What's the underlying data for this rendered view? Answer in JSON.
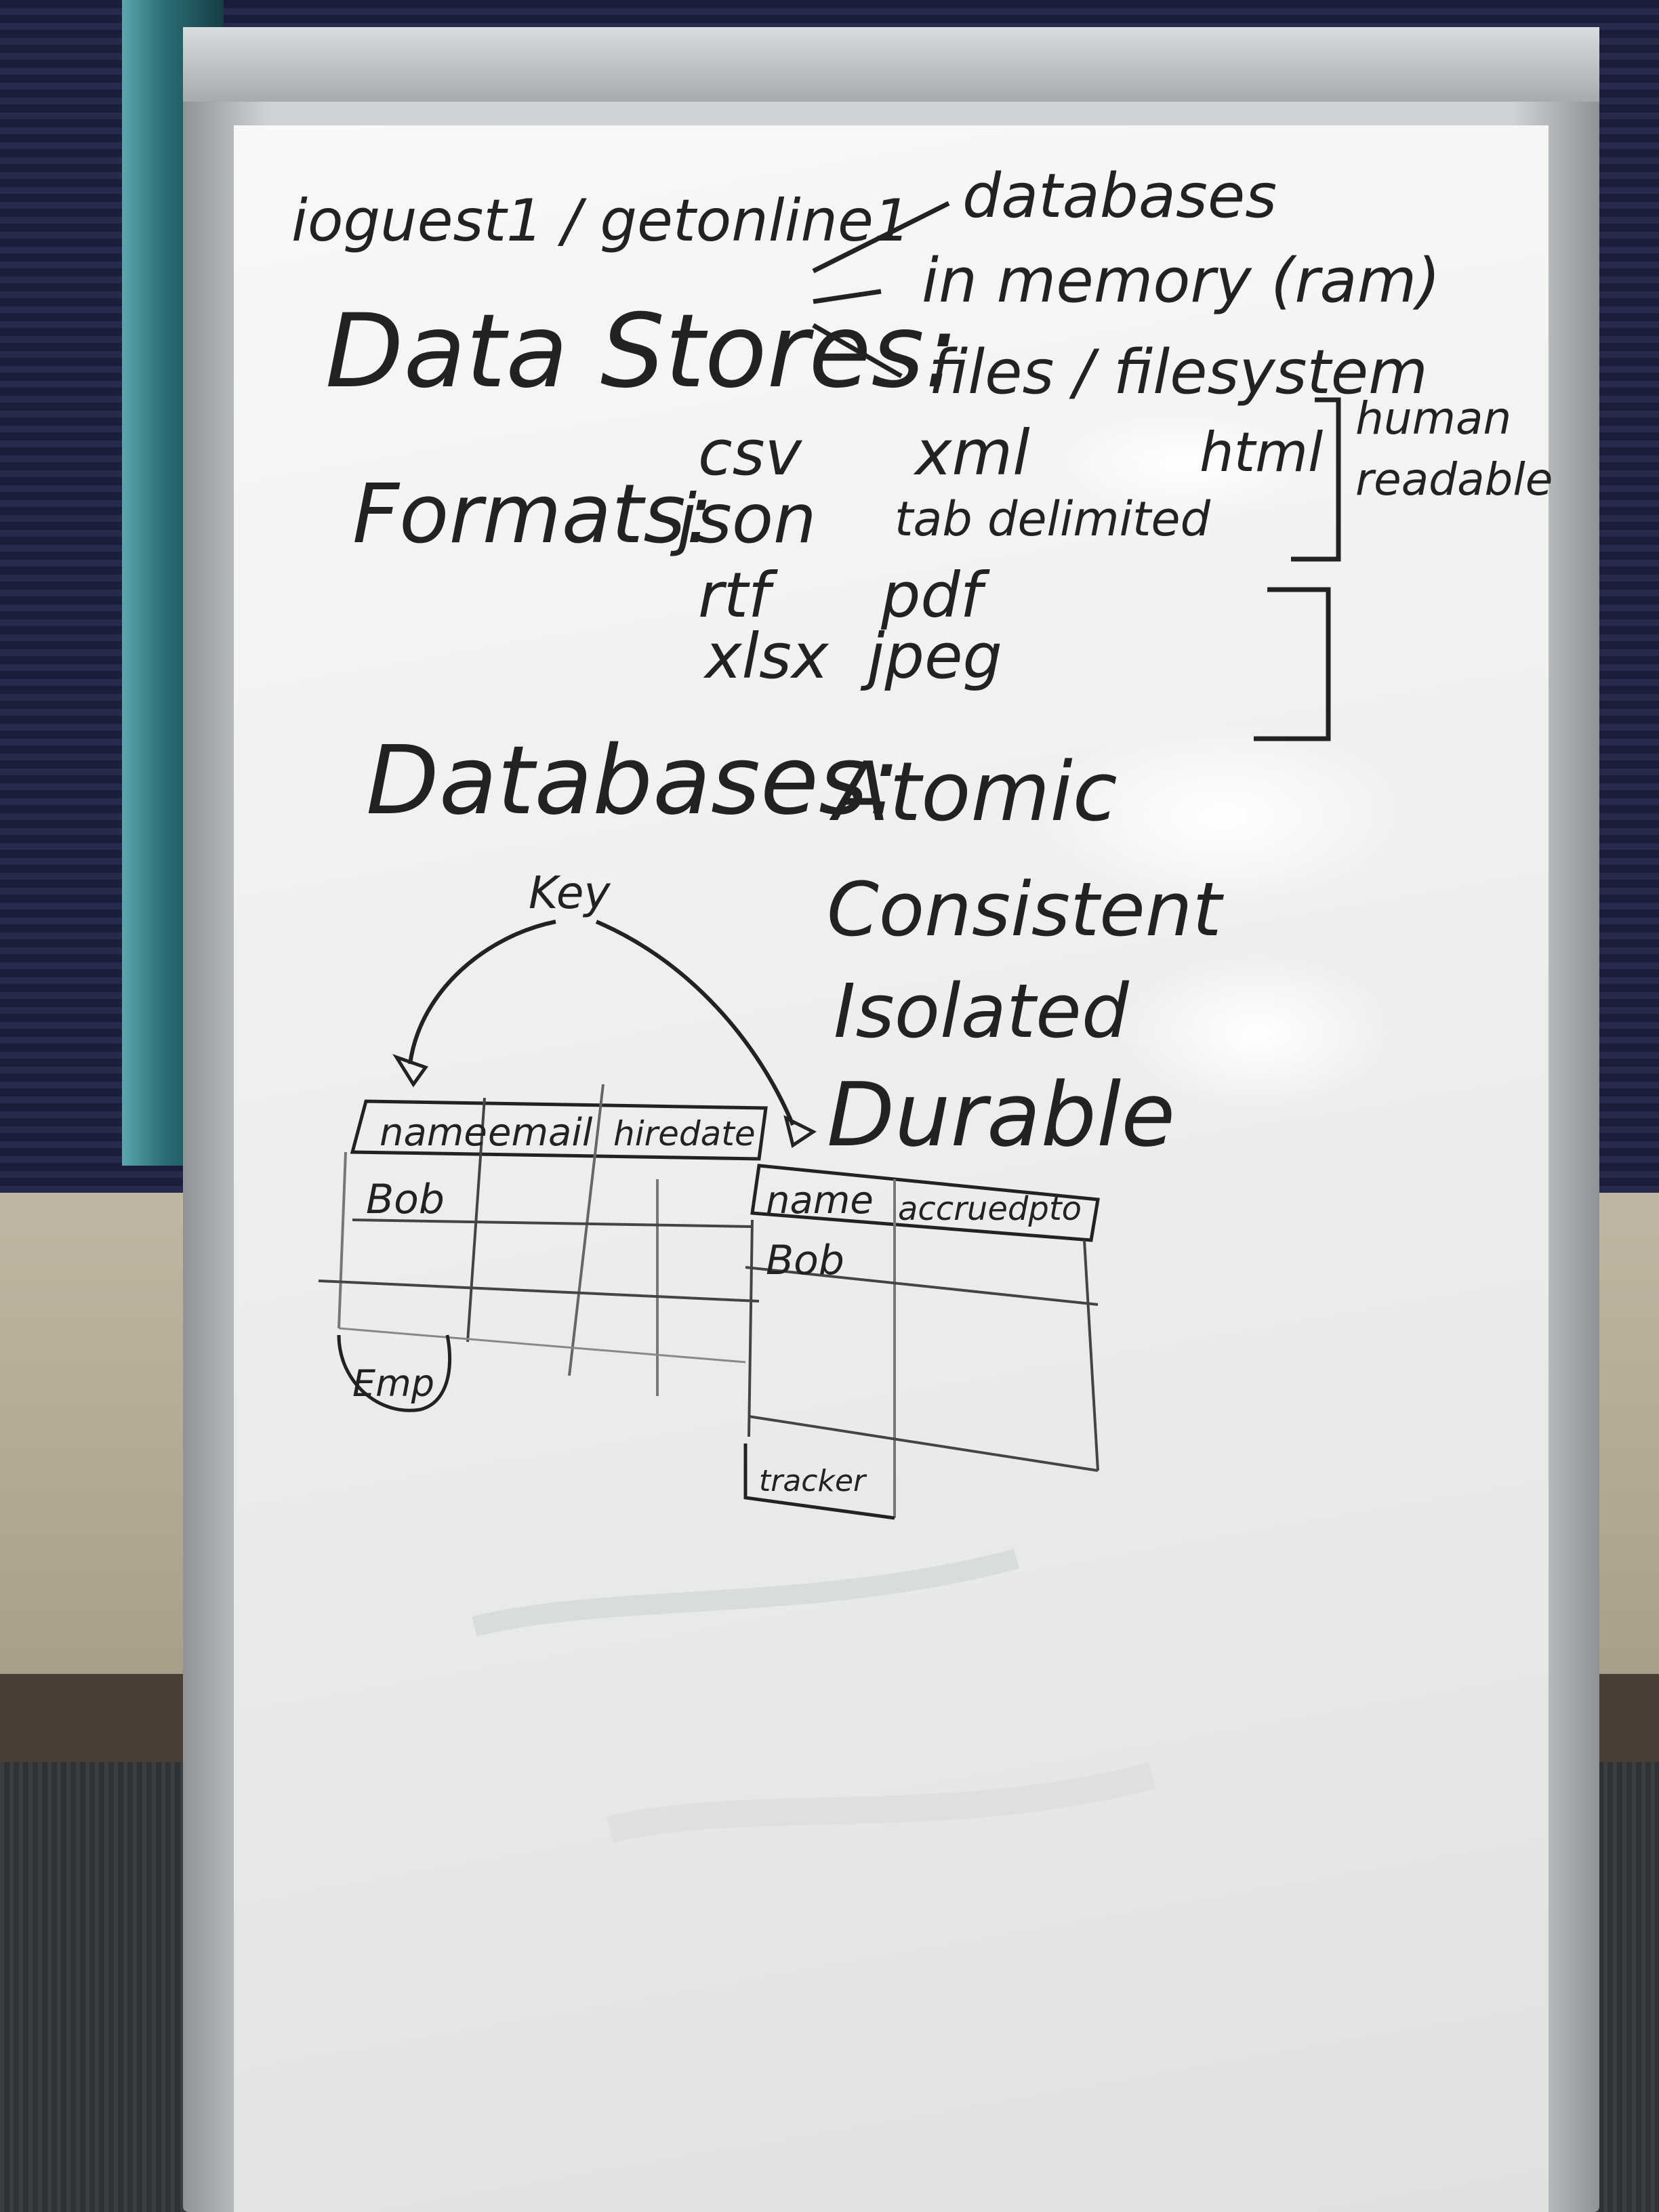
{
  "board": {
    "login": "ioguest1 / getonline1",
    "data_stores": {
      "label": "Data Stores:",
      "items": [
        "databases",
        "in memory (ram)",
        "files / filesystem"
      ]
    },
    "formats": {
      "label": "Formats:",
      "items": [
        "csv",
        "xml",
        "html",
        "json",
        "tab delimited",
        "rtf",
        "pdf",
        "xlsx",
        "jpeg"
      ],
      "bracket_note": [
        "human",
        "readable"
      ]
    },
    "databases": {
      "label": "Databases:",
      "acid": [
        "Atomic",
        "Consistent",
        "Isolated",
        "Durable"
      ]
    },
    "diagram": {
      "key_label": "Key",
      "emp_table": {
        "columns": [
          "name",
          "email",
          "hiredate"
        ],
        "rows": [
          [
            "Bob",
            "",
            ""
          ]
        ],
        "label": "Emp"
      },
      "tracker_table": {
        "columns": [
          "name",
          "accruedpto"
        ],
        "rows": [
          [
            "Bob",
            ""
          ]
        ],
        "label": "tracker"
      }
    }
  },
  "colors": {
    "marker": "#222222",
    "faint_marker": "#5b5b5b",
    "whiteboard": "#f2f3f2"
  }
}
